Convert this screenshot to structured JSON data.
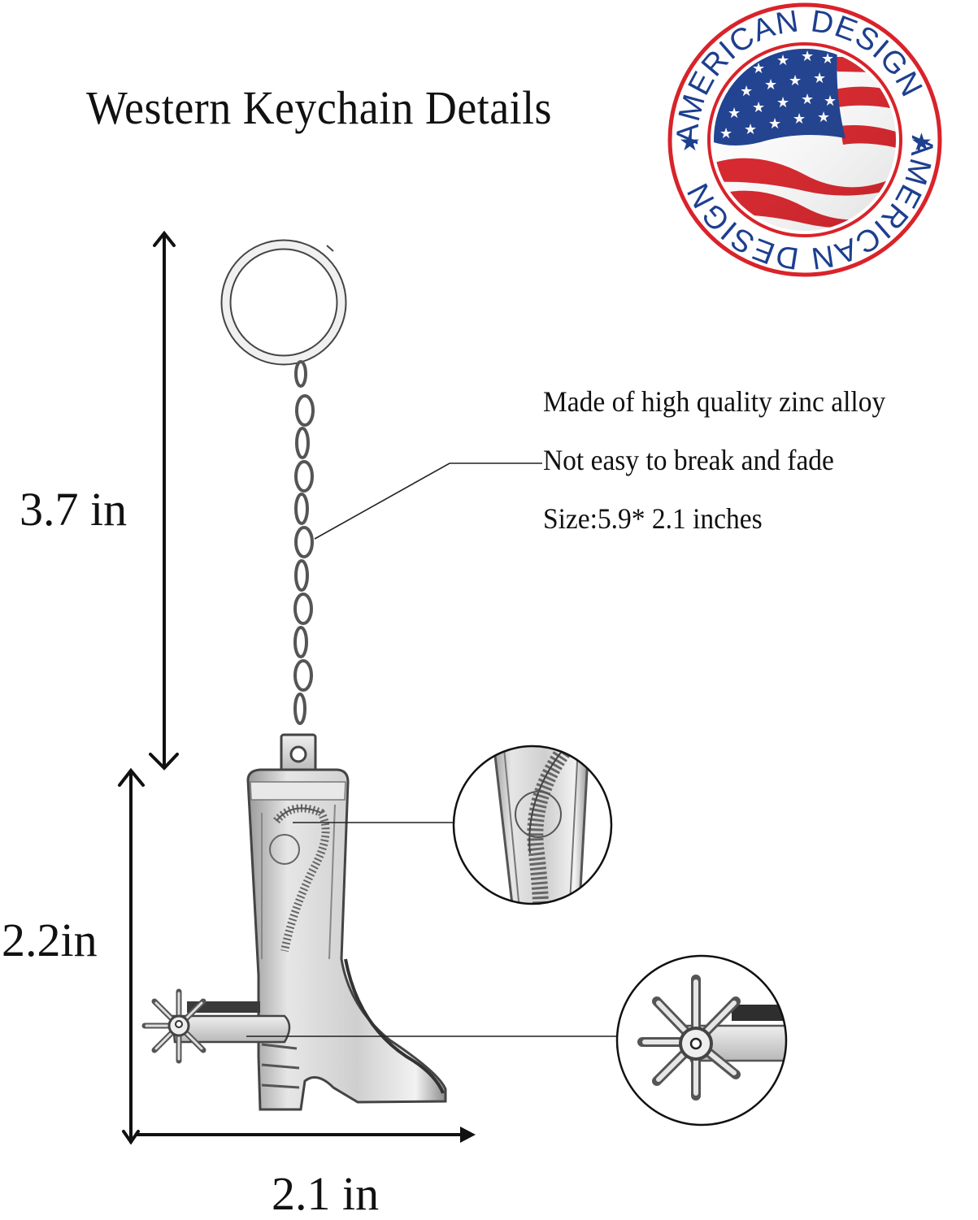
{
  "title": "Western Keychain Details",
  "badge": {
    "top_text": "AMERICAN DESIGN",
    "bottom_text": "AMERICAN DESIGN",
    "colors": {
      "red": "#d9232a",
      "blue": "#1d3f8f",
      "white": "#ffffff"
    }
  },
  "features": [
    "Made of high quality zinc alloy",
    "Not easy to break and fade",
    "Size:5.9* 2.1 inches"
  ],
  "dimensions": {
    "chain_height": "3.7 in",
    "boot_height": "2.2in",
    "boot_width": "2.1 in"
  },
  "product": {
    "name": "Cowboy boot with spur keychain",
    "metal_color": "#c9c9c9"
  },
  "callouts": [
    {
      "label": "boot-shaft-engraving-detail"
    },
    {
      "label": "spur-rowel-detail"
    }
  ]
}
